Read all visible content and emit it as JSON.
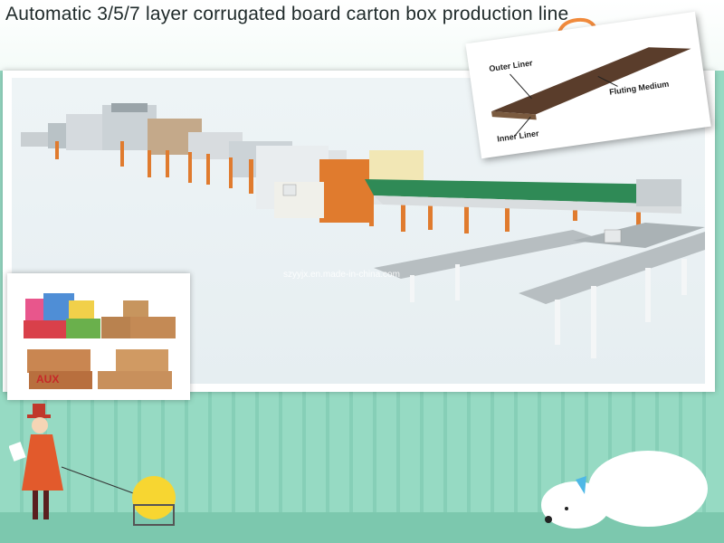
{
  "title": "Automatic 3/5/7 layer corrugated board carton box production line",
  "board_diagram": {
    "outer_liner": "Outer Liner",
    "fluting_medium": "Fluting Medium",
    "inner_liner": "Inner Liner"
  },
  "watermark": "szyyjx.en.made-in-china.com",
  "box_labels": {
    "aux": "AUX"
  },
  "colors": {
    "background": "#96dac3",
    "frame": "#ffffff",
    "board": "#5a3d2b",
    "conveyor_green": "#2f8a56",
    "machine_orange": "#e07b2e"
  }
}
